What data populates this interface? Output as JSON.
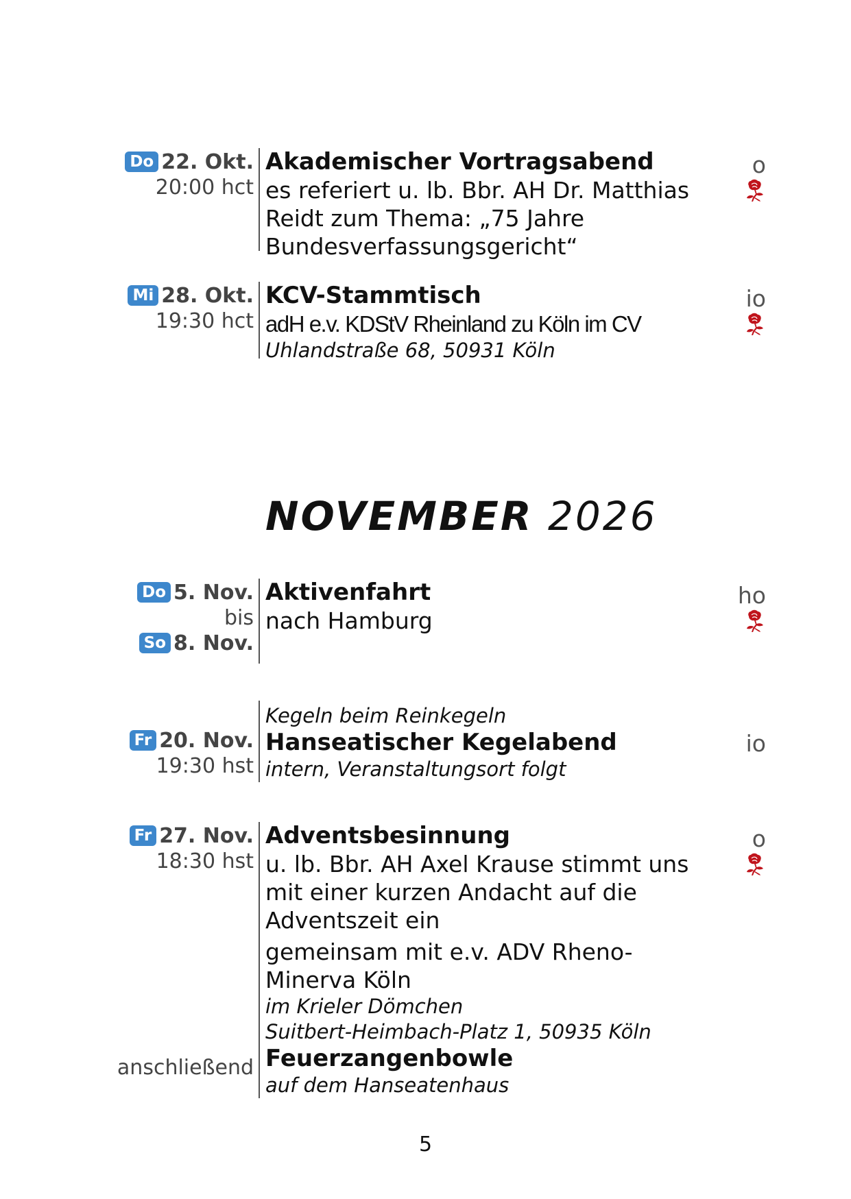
{
  "events": [
    {
      "weekday": "Do",
      "date": "22. Okt.",
      "time": "20:00 hct",
      "title": "Akademischer Vortragsabend",
      "desc": [
        "es referiert u. lb. Bbr. AH Dr. Matthias",
        "Reidt zum Thema: „75 Jahre",
        "Bundesverfassungsgericht“"
      ],
      "code": "o"
    },
    {
      "weekday": "Mi",
      "date": "28. Okt.",
      "time": "19:30 hct",
      "title": "KCV-Stammtisch",
      "desc": "adH e.v. KDStV Rheinland zu Köln im CV",
      "address": "Uhlandstraße 68, 50931 Köln",
      "code": "io"
    },
    {
      "weekday": "Do",
      "date": "5. Nov.",
      "bis": "bis",
      "weekday2": "So",
      "date2": "8. Nov.",
      "title": "Aktivenfahrt",
      "desc": "nach Hamburg",
      "code": "ho"
    },
    {
      "weekday": "Fr",
      "date": "20. Nov.",
      "time": "19:30 hst",
      "pretitle": "Kegeln beim Reinkegeln",
      "title": "Hanseatischer Kegelabend",
      "note": "intern, Veranstaltungsort folgt",
      "code": "io"
    },
    {
      "weekday": "Fr",
      "date": "27. Nov.",
      "time": "18:30 hst",
      "title": "Adventsbesinnung",
      "desc": [
        "u. lb. Bbr. AH Axel Krause stimmt uns",
        "mit einer kurzen Andacht auf die",
        "Adventszeit ein"
      ],
      "desc2": [
        "gemeinsam mit e.v. ADV Rheno-",
        "Minerva Köln"
      ],
      "location": [
        "im Krieler Dömchen",
        "Suitbert-Heimbach-Platz 1, 50935 Köln"
      ],
      "code": "o",
      "followup_label": "anschließend",
      "followup_title": "Feuerzangenbowle",
      "followup_location": "auf dem Hanseatenhaus"
    }
  ],
  "month_heading": {
    "name": "NOVEMBER",
    "year": "2026"
  },
  "page_number": "5",
  "colors": {
    "badge": "#3d87cc",
    "rose": "#c0141c",
    "divider": "#555555"
  },
  "icons": {
    "rose": "rose-icon"
  }
}
